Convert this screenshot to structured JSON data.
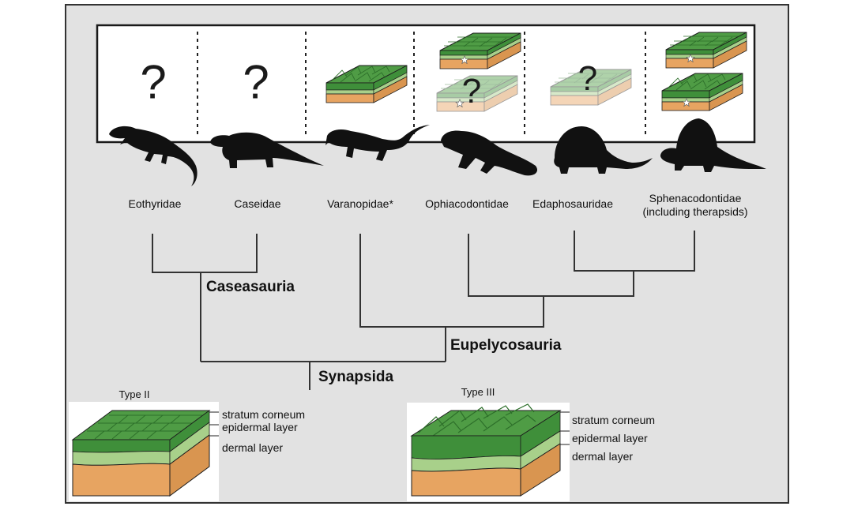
{
  "taxa": [
    {
      "name": "Eothyridae",
      "skin": "unknown"
    },
    {
      "name": "Caseidae",
      "skin": "unknown"
    },
    {
      "name": "Varanopidae*",
      "skin": "Type III"
    },
    {
      "name": "Ophiacodontidae",
      "skin": "Type II + uncertain"
    },
    {
      "name": "Edaphosauridae",
      "skin": "uncertain"
    },
    {
      "name": "Sphenacodontidae",
      "name_line2": "(including therapsids)",
      "skin": "Type II + Type III"
    }
  ],
  "question_mark": "?",
  "clades": {
    "caseasauria": "Caseasauria",
    "eupelycosauria": "Eupelycosauria",
    "synapsida": "Synapsida"
  },
  "legend": {
    "type2": {
      "title": "Type II",
      "layers": [
        "stratum corneum",
        "epidermal layer",
        "dermal layer"
      ]
    },
    "type3": {
      "title": "Type III",
      "layers": [
        "stratum corneum",
        "epidermal layer",
        "dermal layer"
      ]
    }
  },
  "colors": {
    "background": "#e2e2e2",
    "dark_green": "#3f8f3a",
    "light_green": "#a8d08a",
    "dermal_orange": "#e7a461",
    "line": "#333333"
  }
}
